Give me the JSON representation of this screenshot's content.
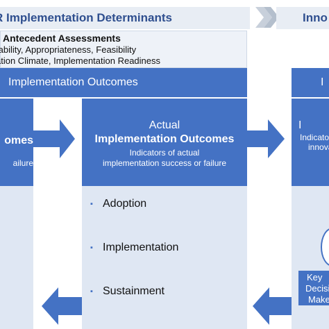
{
  "banner": {
    "title": "R Implementation Determinants",
    "right_title": "Inno"
  },
  "antecedent": {
    "title": "Antecedent Assessments",
    "line1": "tability, Appropriateness, Feasibility",
    "line2": "ation Climate, Implementation Readiness"
  },
  "outcomes": {
    "header": "Implementation Outcomes",
    "right_header": "I"
  },
  "left_column": {
    "title_fragment": "omes",
    "sub_fragment": "ailure"
  },
  "middle_column": {
    "title_line1": "Actual",
    "title_line2": "Implementation Outcomes",
    "sub_line1": "Indicators of actual",
    "sub_line2": "implementation success or failure",
    "items": [
      "Adoption",
      "Implementation",
      "Sustainment"
    ],
    "bullet": "▪"
  },
  "right_column": {
    "title_fragment": "I",
    "sub_line1": "Indicator",
    "sub_line2": "innova",
    "key_lines": [
      "Key",
      "Decisi",
      "Make"
    ]
  },
  "colors": {
    "header_blue": "#4472c4",
    "body_light": "#dfe7f3",
    "banner_bg": "#e8edf4",
    "banner_text": "#2f4f8f"
  }
}
